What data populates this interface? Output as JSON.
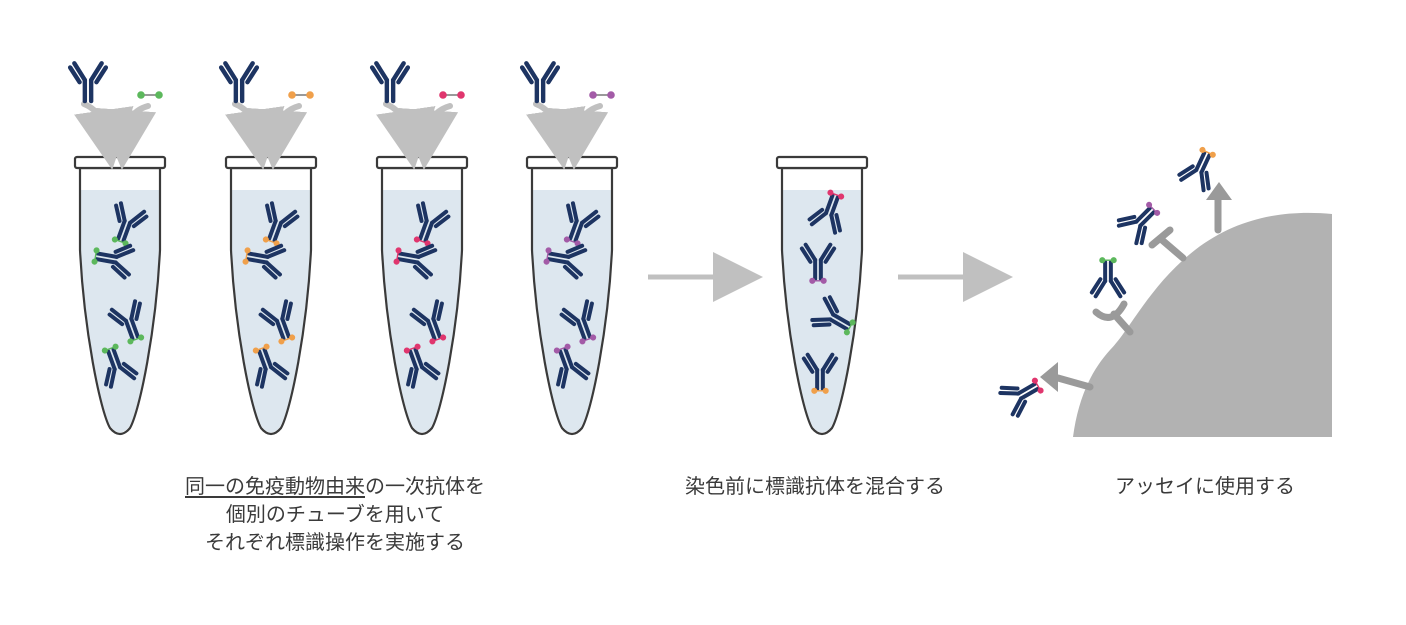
{
  "captions": {
    "step1_underlined": "同一の免疫動物由来",
    "step1_line1_rest": "の一次抗体を",
    "step1_line2": "個別のチューブを用いて",
    "step1_line3": "それぞれ標識操作を実施する",
    "step2": "染色前に標識抗体を混合する",
    "step3": "アッセイに使用する"
  },
  "colors": {
    "antibody": "#1d3462",
    "tube_outline": "#3a3a3a",
    "tube_fill": "#dde7ef",
    "arrow": "#c0c0c0",
    "cell": "#b2b2b2",
    "receptor": "#9a9a9a",
    "label_green": "#5cb85c",
    "label_orange": "#f0a04b",
    "label_pink": "#e0366e",
    "label_purple": "#a35ba7"
  },
  "tubes": [
    {
      "label_color": "label_green"
    },
    {
      "label_color": "label_orange"
    },
    {
      "label_color": "label_pink"
    },
    {
      "label_color": "label_purple"
    }
  ],
  "mixed_tube_label_colors": [
    "label_pink",
    "label_purple",
    "label_green",
    "label_orange"
  ]
}
